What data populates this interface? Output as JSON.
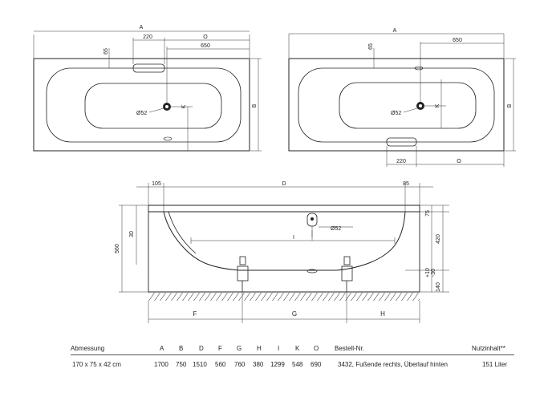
{
  "labels": {
    "A": "A",
    "B": "B",
    "D": "D",
    "F": "F",
    "G": "G",
    "H": "H",
    "I": "I",
    "K": "K",
    "O": "O",
    "d220": "220",
    "d650": "650",
    "d65": "65",
    "phi52": "Ø52",
    "d105": "105",
    "d85": "85",
    "d75": "75",
    "d420": "420",
    "d560": "560",
    "d30": "30",
    "d10": "+10",
    "d30neg": "-30",
    "d140": "140"
  },
  "table": {
    "headers": [
      "Abmessung",
      "A",
      "B",
      "D",
      "F",
      "G",
      "H",
      "I",
      "K",
      "O",
      "Bestell-Nr.",
      "Nutzinhalt**"
    ],
    "row": [
      "170 x 75 x 42 cm",
      "1700",
      "750",
      "1510",
      "560",
      "760",
      "380",
      "1299",
      "548",
      "690",
      "3432, Fußende rechts, Überlauf hinten",
      "151 Liter"
    ]
  }
}
